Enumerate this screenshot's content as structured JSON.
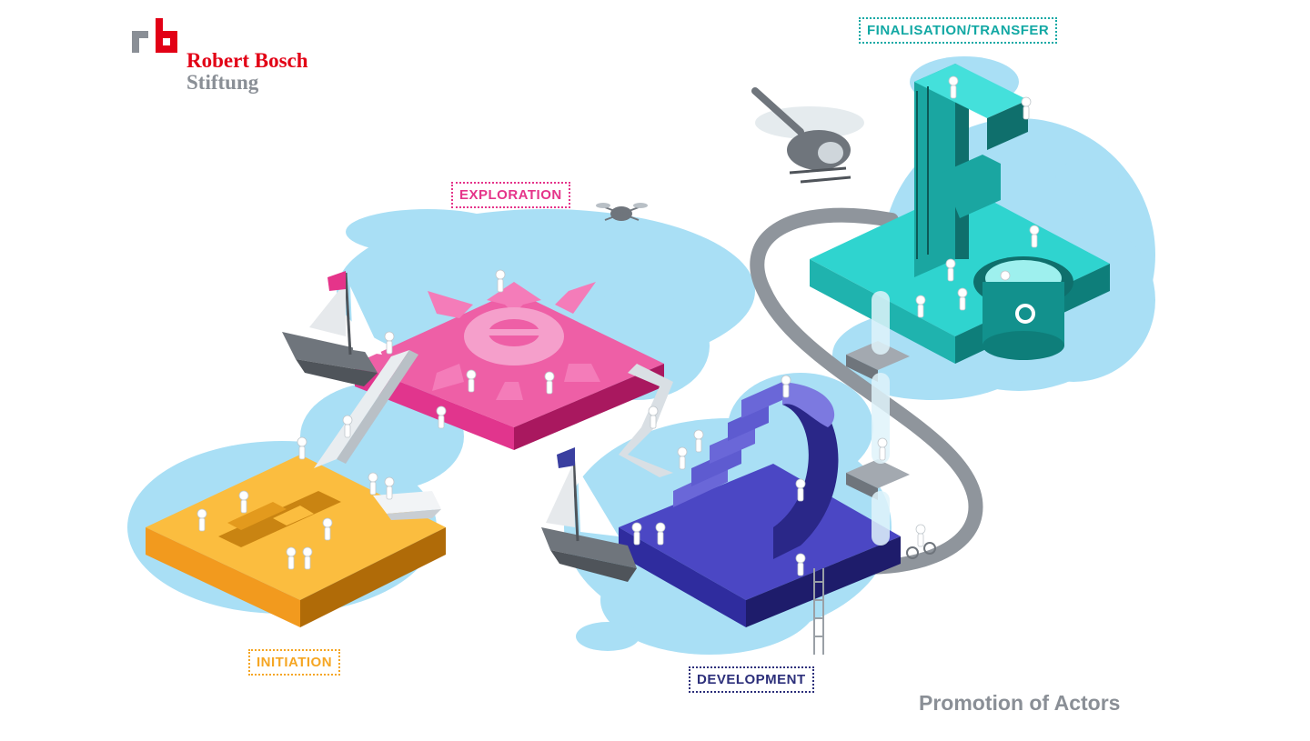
{
  "logo": {
    "line1": "Robert Bosch",
    "line2": "Stiftung",
    "mark_icon": "rb-logo-mark",
    "colors": {
      "red": "#e20015",
      "gray": "#8a8f96"
    }
  },
  "phases": {
    "exploration": {
      "label": "EXPLORATION",
      "color": "#e5348a"
    },
    "finalisation": {
      "label": "FINALISATION/TRANSFER",
      "color": "#12a8a4"
    },
    "initiation": {
      "label": "INITIATION",
      "color": "#f5a623"
    },
    "development": {
      "label": "DEVELOPMENT",
      "color": "#2c2f7a"
    }
  },
  "footer": {
    "title": "Promotion of Actors"
  },
  "colors": {
    "cloud": "#a9dff5",
    "initiation_top": "#fbbd3f",
    "exploration_top": "#ee5fa6",
    "development_top": "#4b47c4",
    "finalisation_top": "#2fd4cf",
    "track": "#8f959c"
  }
}
